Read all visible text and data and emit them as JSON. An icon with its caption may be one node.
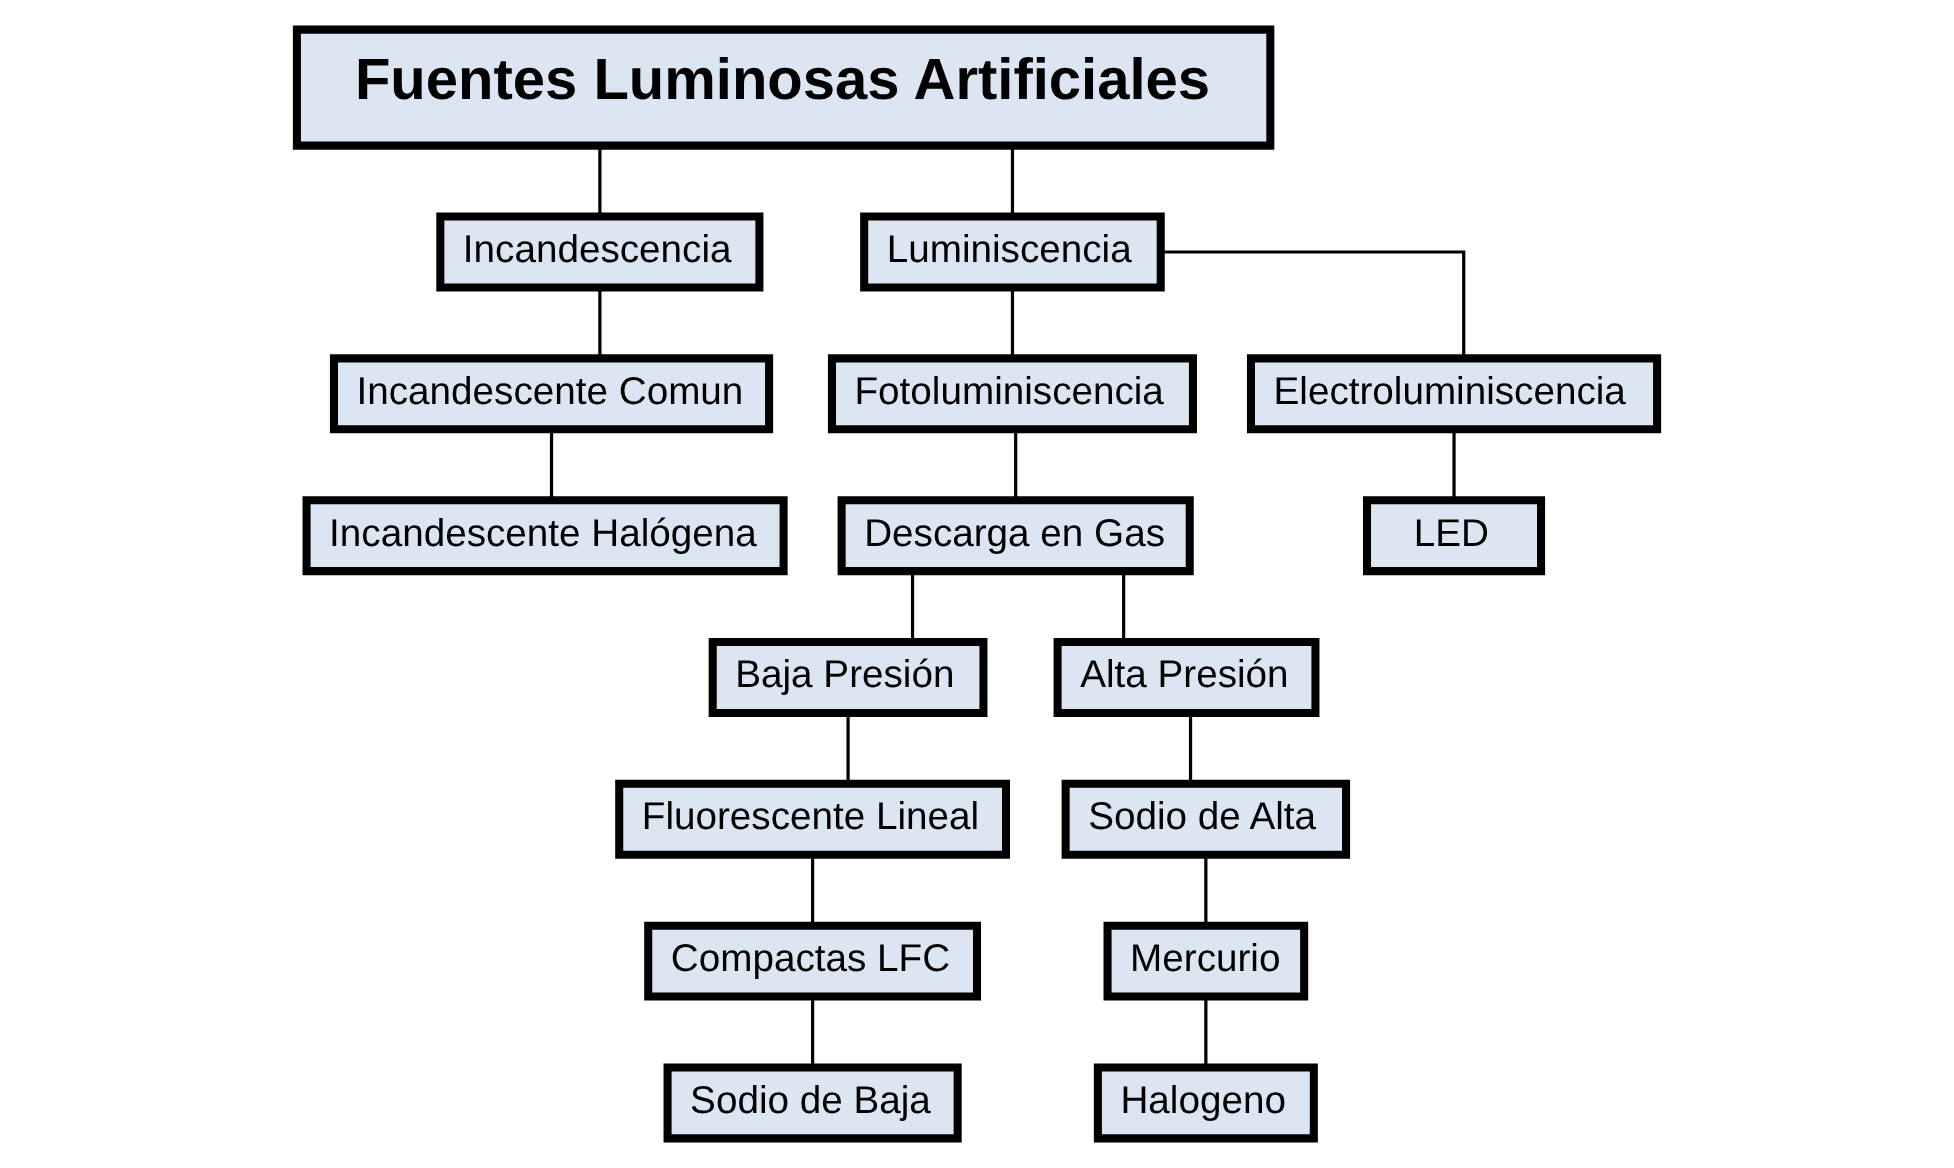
{
  "diagram": {
    "nodes": [
      {
        "text": [
          "Fuentes Luminosas Artificiales"
        ]
      },
      {
        "text": [
          "Incandescencia"
        ]
      },
      {
        "text": [
          "Luminiscencia"
        ]
      },
      {
        "text": [
          "Incandescente Comun"
        ]
      },
      {
        "text": [
          "Incandescente Halógena"
        ]
      },
      {
        "text": [
          "Fotoluminiscencia"
        ]
      },
      {
        "text": [
          "Electroluminiscencia"
        ]
      },
      {
        "text": [
          "Descarga en Gas"
        ]
      },
      {
        "text": [
          "LED"
        ]
      },
      {
        "text": [
          "Baja Presión"
        ]
      },
      {
        "text": [
          "Alta Presión"
        ]
      },
      {
        "text": [
          "Fluorescente Lineal"
        ]
      },
      {
        "text": [
          "Sodio de Alta"
        ]
      },
      {
        "text": [
          "Compactas LFC"
        ]
      },
      {
        "text": [
          "Mercurio"
        ]
      },
      {
        "text": [
          "Sodio de Baja"
        ]
      },
      {
        "text": [
          "Halogeno"
        ]
      }
    ],
    "edges": [
      {
        "from": 0,
        "to": 1,
        "arrow": "none"
      },
      {
        "from": 0,
        "to": 2,
        "arrow": "none"
      },
      {
        "from": 1,
        "to": 3,
        "arrow": "none"
      },
      {
        "from": 3,
        "to": 4,
        "arrow": "none"
      },
      {
        "from": 2,
        "to": 5,
        "arrow": "none"
      },
      {
        "from": 2,
        "to": 6,
        "arrow": "none"
      },
      {
        "from": 5,
        "to": 7,
        "arrow": "none"
      },
      {
        "from": 6,
        "to": 8,
        "arrow": "none"
      },
      {
        "from": 7,
        "to": 9,
        "arrow": "none"
      },
      {
        "from": 7,
        "to": 10,
        "arrow": "none"
      },
      {
        "from": 9,
        "to": 11,
        "arrow": "none"
      },
      {
        "from": 11,
        "to": 13,
        "arrow": "none"
      },
      {
        "from": 13,
        "to": 15,
        "arrow": "none"
      },
      {
        "from": 10,
        "to": 12,
        "arrow": "none"
      },
      {
        "from": 12,
        "to": 14,
        "arrow": "none"
      },
      {
        "from": 14,
        "to": 16,
        "arrow": "none"
      }
    ]
  }
}
